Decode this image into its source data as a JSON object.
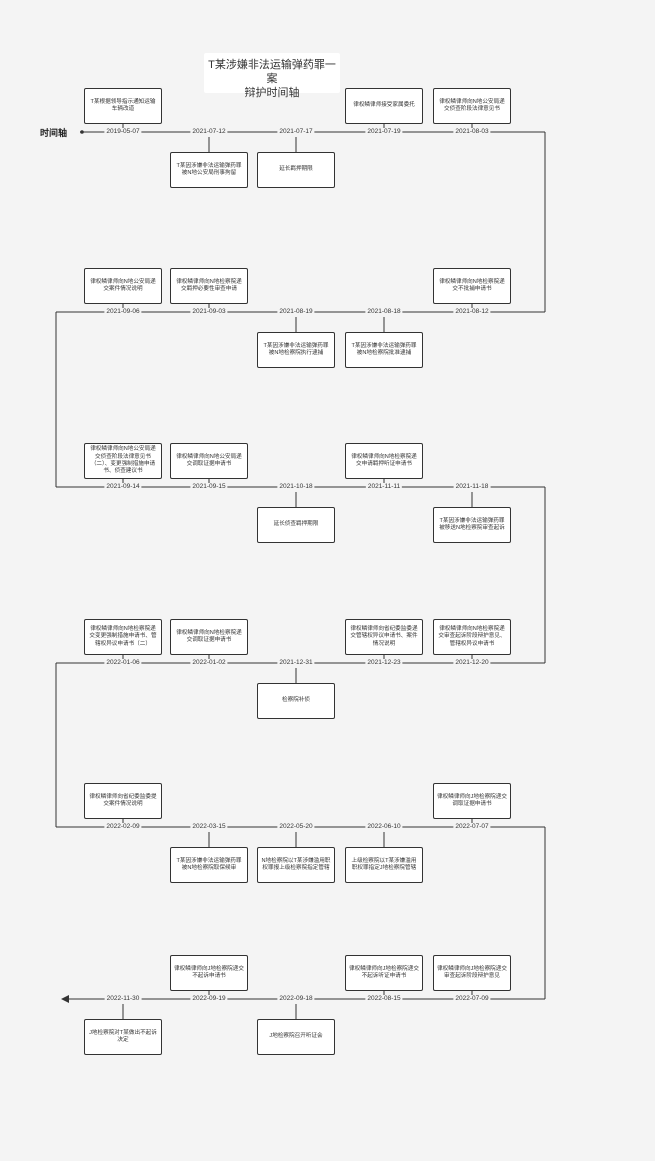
{
  "title": "T某涉嫌非法运输弹药罪一案\n辩护时间轴",
  "axis_label": "时间轴",
  "rows": [
    {
      "dates": [
        "2019-05-07",
        "2021-07-12",
        "2021-07-17",
        "2021-07-19",
        "2021-08-03"
      ],
      "above": [
        "T某根据领导指示通知运输车辆改道",
        "",
        "",
        "律权鳞律师接受家属委托",
        "律权鳞律师向N地公安局递交侦查阶段法律意见书"
      ],
      "below": [
        "",
        "T某因涉嫌非法运输弹药罪被N地公安局刑事拘留",
        "延长羁押期限",
        "",
        ""
      ]
    },
    {
      "dates": [
        "2021-09-06",
        "2021-09-03",
        "2021-08-19",
        "2021-08-18",
        "2021-08-12"
      ],
      "above": [
        "律权鳞律师向N地公安局递交案件情况说明",
        "律权鳞律师向N地检察院递交羁押必要性审查申请",
        "",
        "",
        "律权鳞律师向N地检察院递交不批捕申请书"
      ],
      "below": [
        "",
        "",
        "T某因涉嫌非法运输弹药罪被N地检察院执行逮捕",
        "T某因涉嫌非法运输弹药罪被N地检察院批准逮捕",
        ""
      ]
    },
    {
      "dates": [
        "2021-09-14",
        "2021-09-15",
        "2021-10-18",
        "2021-11-11",
        "2021-11-18"
      ],
      "above": [
        "律权鳞律师向N地公安局递交侦查阶段法律意见书（二）、变更强制措施申请书、侦查建议书",
        "律权鳞律师向N地公安局递交调取证据申请书",
        "",
        "律权鳞律师向N地检察院递交申请羁押听证申请书",
        ""
      ],
      "below": [
        "",
        "",
        "延长侦查羁押期限",
        "",
        "T某因涉嫌非法运输弹药罪被移送N地检察院审查起诉"
      ]
    },
    {
      "dates": [
        "2022-01-06",
        "2022-01-02",
        "2021-12-31",
        "2021-12-23",
        "2021-12-20"
      ],
      "above": [
        "律权鳞律师向N地检察院递交变更强制措施申请书、管辖权异议申请书（二）",
        "律权鳞律师向N地检察院递交调取证据申请书",
        "",
        "律权鳞律师向省纪委监委递交管辖权异议申请书、案件情况说明",
        "律权鳞律师向N地检察院递交审查起诉阶段辩护意见、管辖权异议申请书"
      ],
      "below": [
        "",
        "",
        "检察院补侦",
        "",
        ""
      ]
    },
    {
      "dates": [
        "2022-02-09",
        "2022-03-15",
        "2022-05-20",
        "2022-06-10",
        "2022-07-07"
      ],
      "above": [
        "律权鳞律师向省纪委监委提交案件情况说明",
        "",
        "",
        "",
        "律权鳞律师向J地检察院递交调取证据申请书"
      ],
      "below": [
        "",
        "T某因涉嫌非法运输弹药罪被N地检察院取保候审",
        "N地检察院以T某涉嫌滥用职权罪报上级检察院指定管辖",
        "上级检察院以T某涉嫌滥用职权罪指定J地检察院管辖",
        ""
      ]
    },
    {
      "dates": [
        "2022-11-30",
        "2022-09-19",
        "2022-09-18",
        "2022-08-15",
        "2022-07-09"
      ],
      "above": [
        "",
        "律权鳞律师向J地检察院递交不起诉申请书",
        "",
        "律权鳞律师向J地检察院递交不起诉听证申请书",
        "律权鳞律师向J地检察院递交审查起诉阶段辩护意见"
      ],
      "below": [
        "J地检察院对T某做出不起诉决定",
        "",
        "J地检察院召开听证会",
        "",
        ""
      ]
    }
  ]
}
